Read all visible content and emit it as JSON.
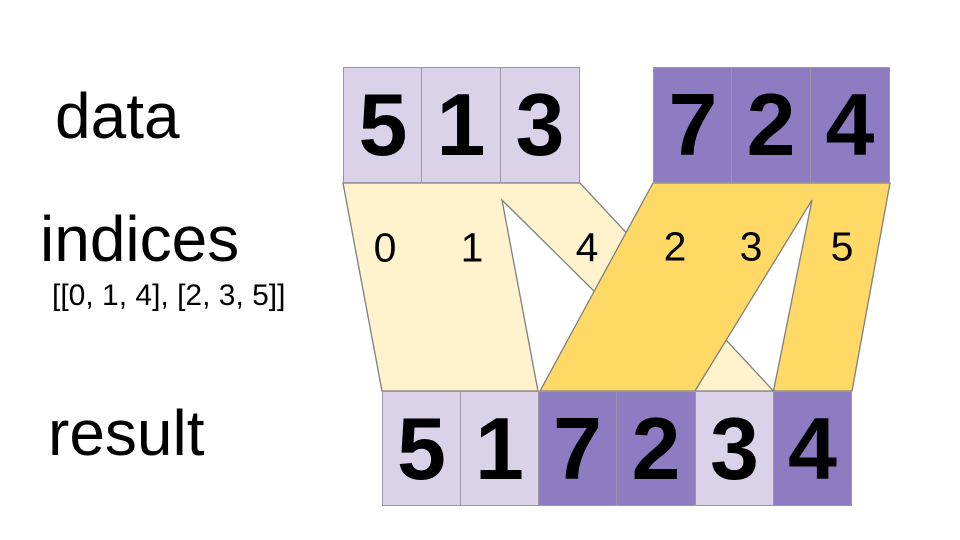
{
  "labels": {
    "data": "data",
    "indices": "indices",
    "indices_value": "[[0, 1, 4], [2, 3, 5]]",
    "result": "result"
  },
  "data_row": {
    "group1": [
      "5",
      "1",
      "3"
    ],
    "group2": [
      "7",
      "2",
      "4"
    ]
  },
  "indices_row": {
    "group1": [
      "0",
      "1",
      "4"
    ],
    "group2": [
      "2",
      "3",
      "5"
    ]
  },
  "result_row": {
    "values": [
      "5",
      "1",
      "7",
      "2",
      "3",
      "4"
    ],
    "source_groups": [
      1,
      1,
      2,
      2,
      1,
      2
    ]
  },
  "colors": {
    "group1_cell": "#d9d2e9",
    "group2_cell": "#8e7cc3",
    "group1_ribbon": "#fff2cc",
    "group2_ribbon": "#ffd966",
    "cell_border": "#9a96a5",
    "ribbon_stroke": "#7f7f7f",
    "text": "#000000",
    "background": "#ffffff"
  }
}
